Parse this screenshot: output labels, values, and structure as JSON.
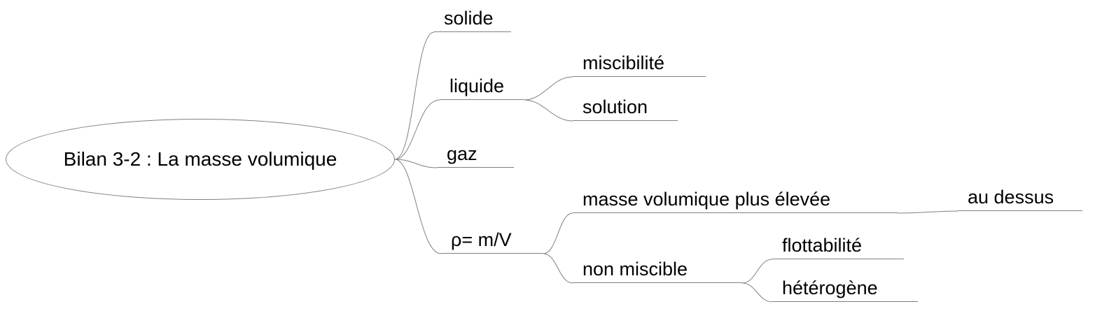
{
  "diagram": {
    "type": "mindmap",
    "colors": {
      "background": "#ffffff",
      "edge": "#808080",
      "text": "#000000"
    },
    "root": {
      "label": "Bilan 3-2 : La masse volumique",
      "children": [
        {
          "label": "solide",
          "children": []
        },
        {
          "label": "liquide",
          "children": [
            {
              "label": "miscibilité",
              "children": []
            },
            {
              "label": "solution",
              "children": []
            }
          ]
        },
        {
          "label": "gaz",
          "children": []
        },
        {
          "label": "ρ= m/V",
          "children": [
            {
              "label": "masse volumique plus élevée",
              "children": [
                {
                  "label": "au dessus",
                  "children": []
                }
              ]
            },
            {
              "label": "non miscible",
              "children": [
                {
                  "label": "flottabilité",
                  "children": []
                },
                {
                  "label": "hétérogène",
                  "children": []
                }
              ]
            }
          ]
        }
      ]
    }
  }
}
